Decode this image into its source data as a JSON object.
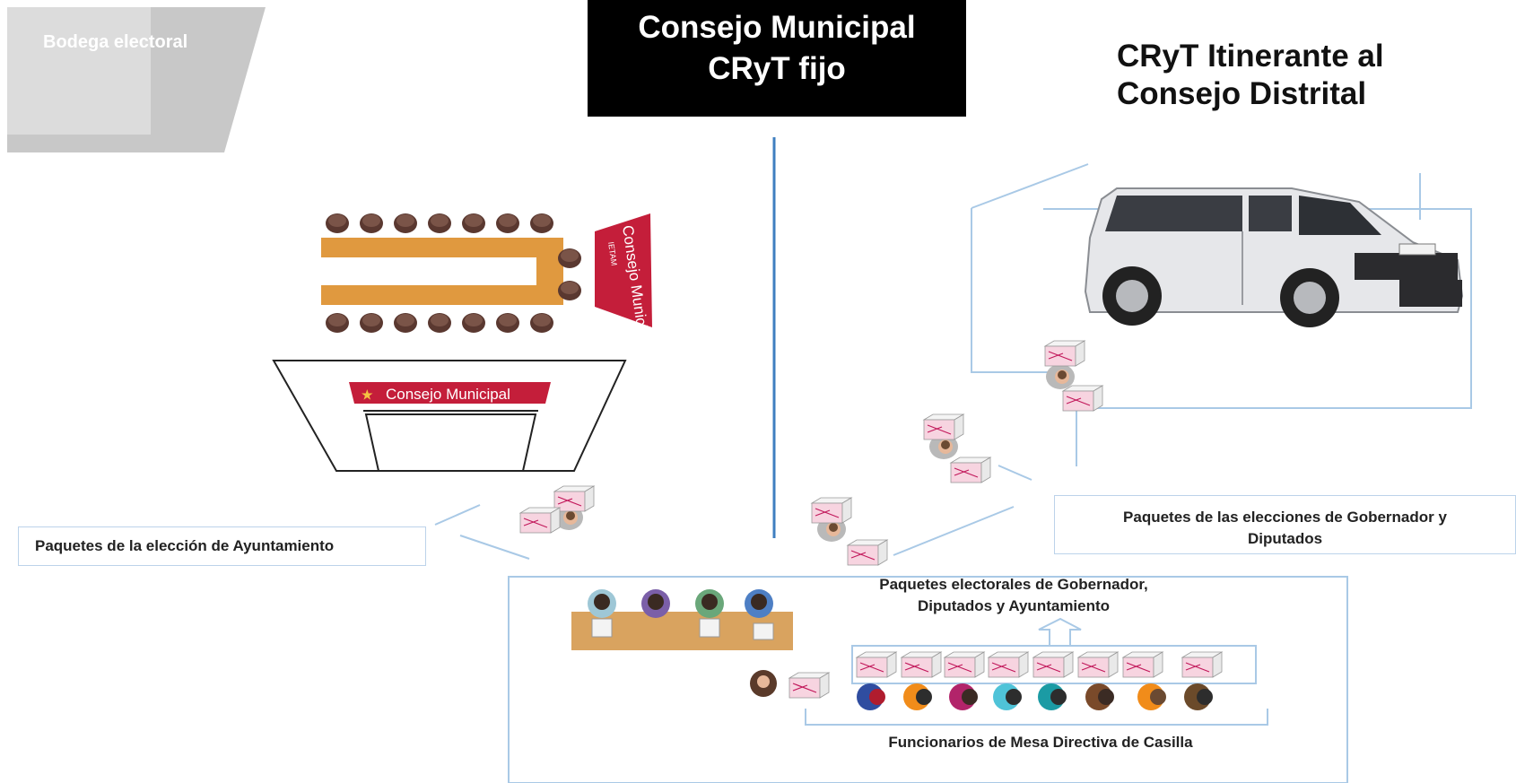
{
  "badge": {
    "label": "Bodega electoral"
  },
  "center_title": {
    "line1": "Consejo Municipal",
    "line2": "CRyT fijo"
  },
  "right_title": {
    "line1": "CRyT Itinerante al",
    "line2": "Consejo Distrital"
  },
  "building": {
    "sign": "Consejo Municipal",
    "table_sign": "Consejo Municipal",
    "table_sign_sub": "IETAM"
  },
  "labels": {
    "ayuntamiento": "Paquetes de la elección de Ayuntamiento",
    "gobernador_line1": "Paquetes de las elecciones de Gobernador y",
    "gobernador_line2": "Diputados",
    "paquetes_line1": "Paquetes electorales de Gobernador,",
    "paquetes_line2": "Diputados y Ayuntamiento",
    "funcionarios": "Funcionarios de Mesa Directiva de Casilla"
  },
  "colors": {
    "accent_line": "#3f7fc0",
    "table": "#e0993f",
    "sign_red": "#c41e3a",
    "chair": "#5a3830"
  }
}
